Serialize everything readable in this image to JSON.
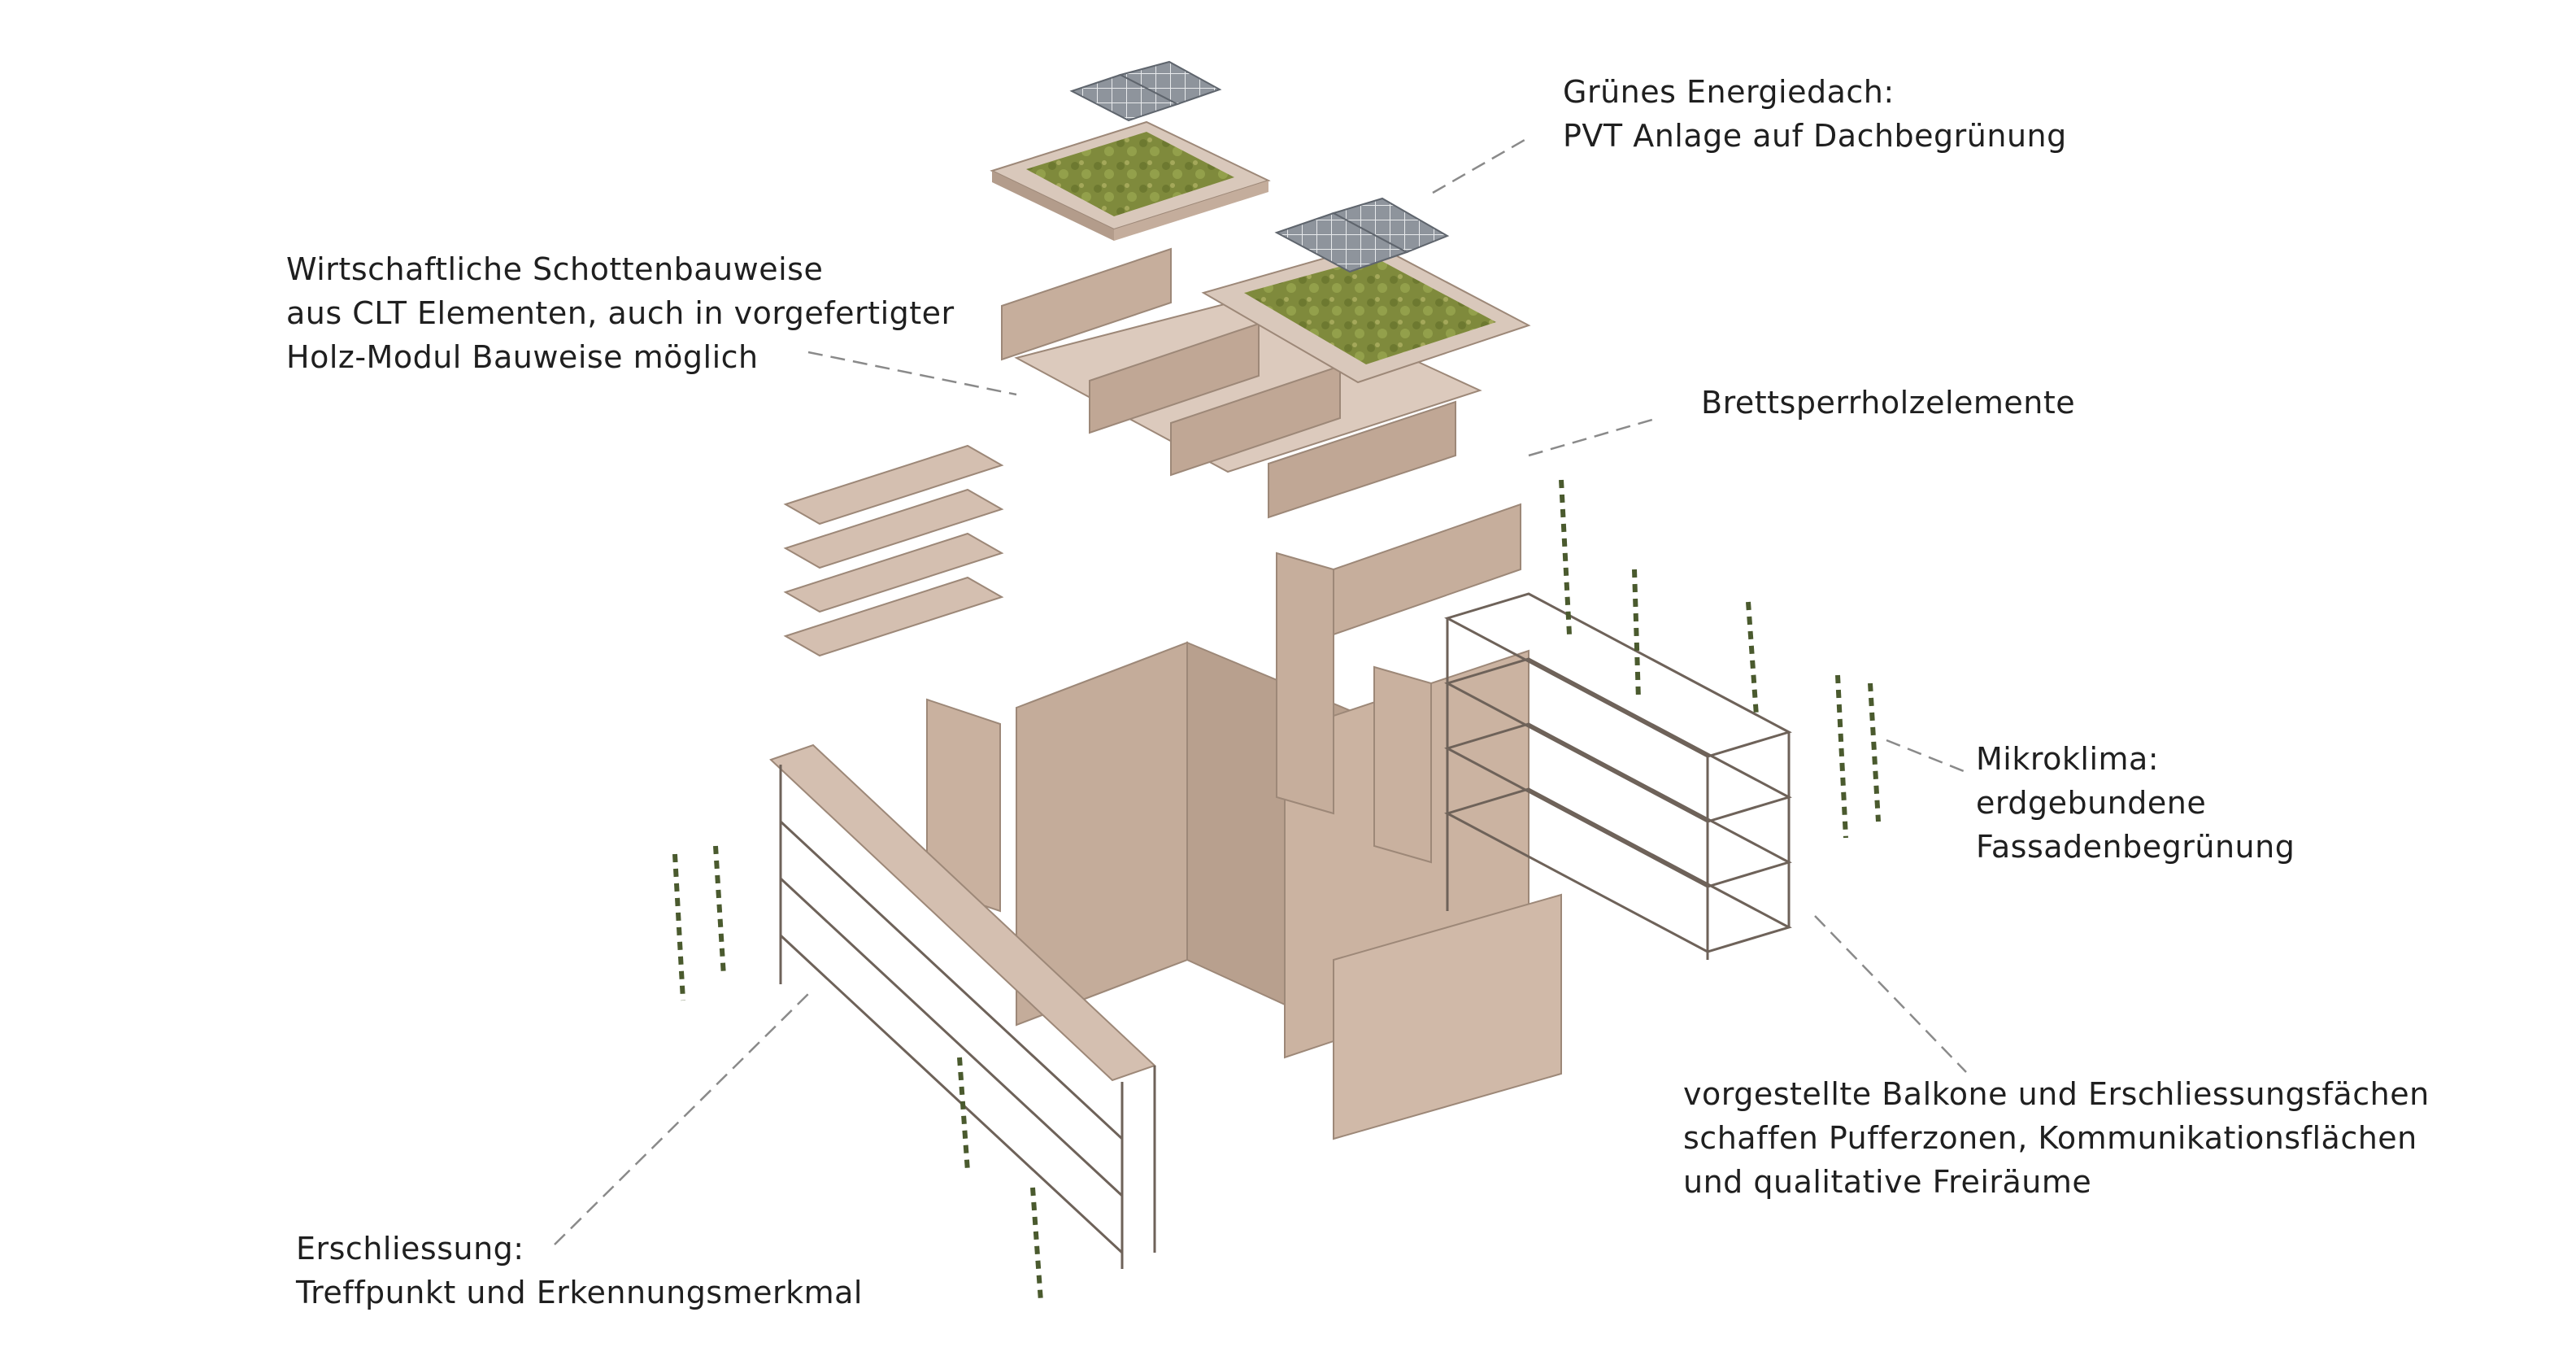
{
  "annotations": {
    "energy_roof": {
      "lines": [
        "Grünes Energiedach:",
        "PVT  Anlage auf Dachbegrünung"
      ]
    },
    "clt_construction": {
      "lines": [
        "Wirtschaftliche Schottenbauweise",
        "aus CLT Elementen, auch in vorgefertigter",
        "Holz-Modul Bauweise möglich"
      ]
    },
    "clt_elements": {
      "lines": [
        "Brettsperrholzelemente"
      ]
    },
    "microclimate": {
      "lines": [
        "Mikroklima:",
        "erdgebundene",
        "Fassadenbegrünung"
      ]
    },
    "balconies": {
      "lines": [
        "vorgestellte Balkone und Erschliessungsfächen",
        "schaffen Pufferzonen, Kommunikationsflächen",
        "und qualitative Freiräume"
      ]
    },
    "access": {
      "lines": [
        "Erschliessung:",
        "Treffpunkt und Erkennungsmerkmal"
      ]
    }
  },
  "colors": {
    "wood": "#cdb6a5",
    "wood_dark": "#b39c8b",
    "wood_light": "#e4d5c9",
    "green_roof": "#7f8a3c",
    "solar_panel": "#8e949c",
    "leader_line": "#8a8a8a",
    "text": "#1f1f1f"
  }
}
